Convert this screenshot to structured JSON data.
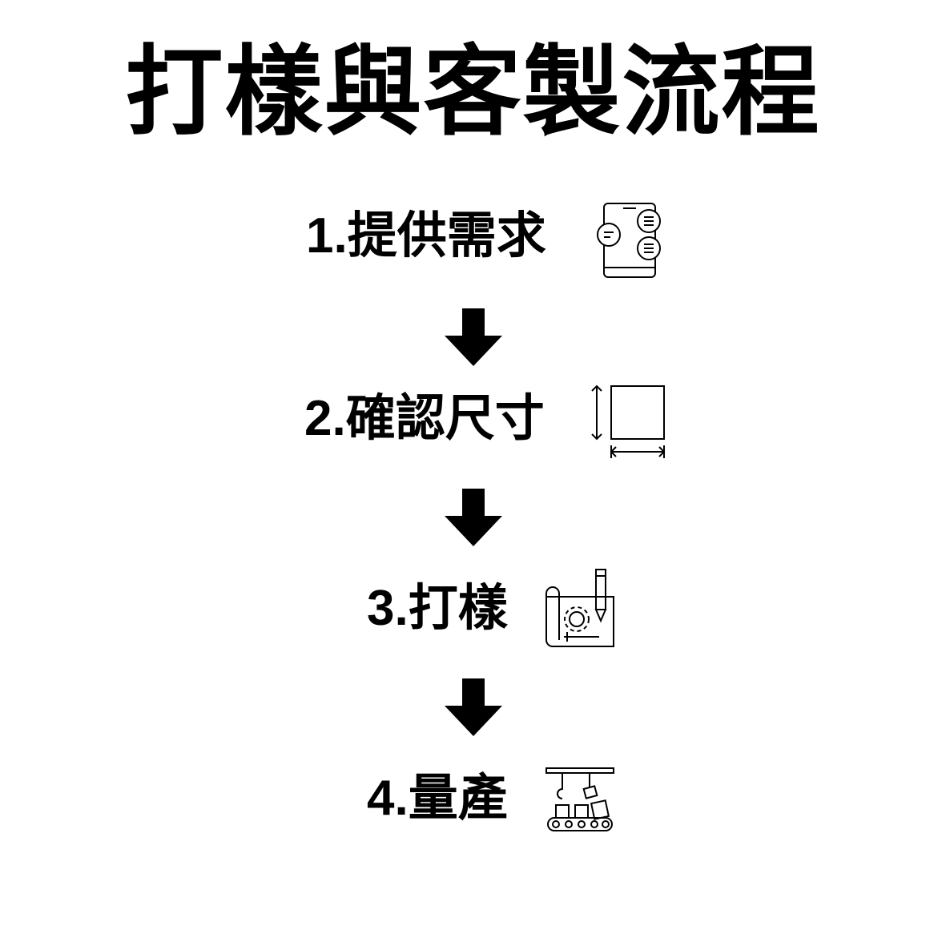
{
  "title": "打樣與客製流程",
  "steps": [
    {
      "label": "1.提供需求",
      "icon": "phone-chat-icon"
    },
    {
      "label": "2.確認尺寸",
      "icon": "dimension-square-icon"
    },
    {
      "label": "3.打樣",
      "icon": "blueprint-gear-pencil-icon"
    },
    {
      "label": "4.量產",
      "icon": "production-line-icon"
    }
  ],
  "colors": {
    "foreground": "#000000",
    "background": "#ffffff"
  }
}
